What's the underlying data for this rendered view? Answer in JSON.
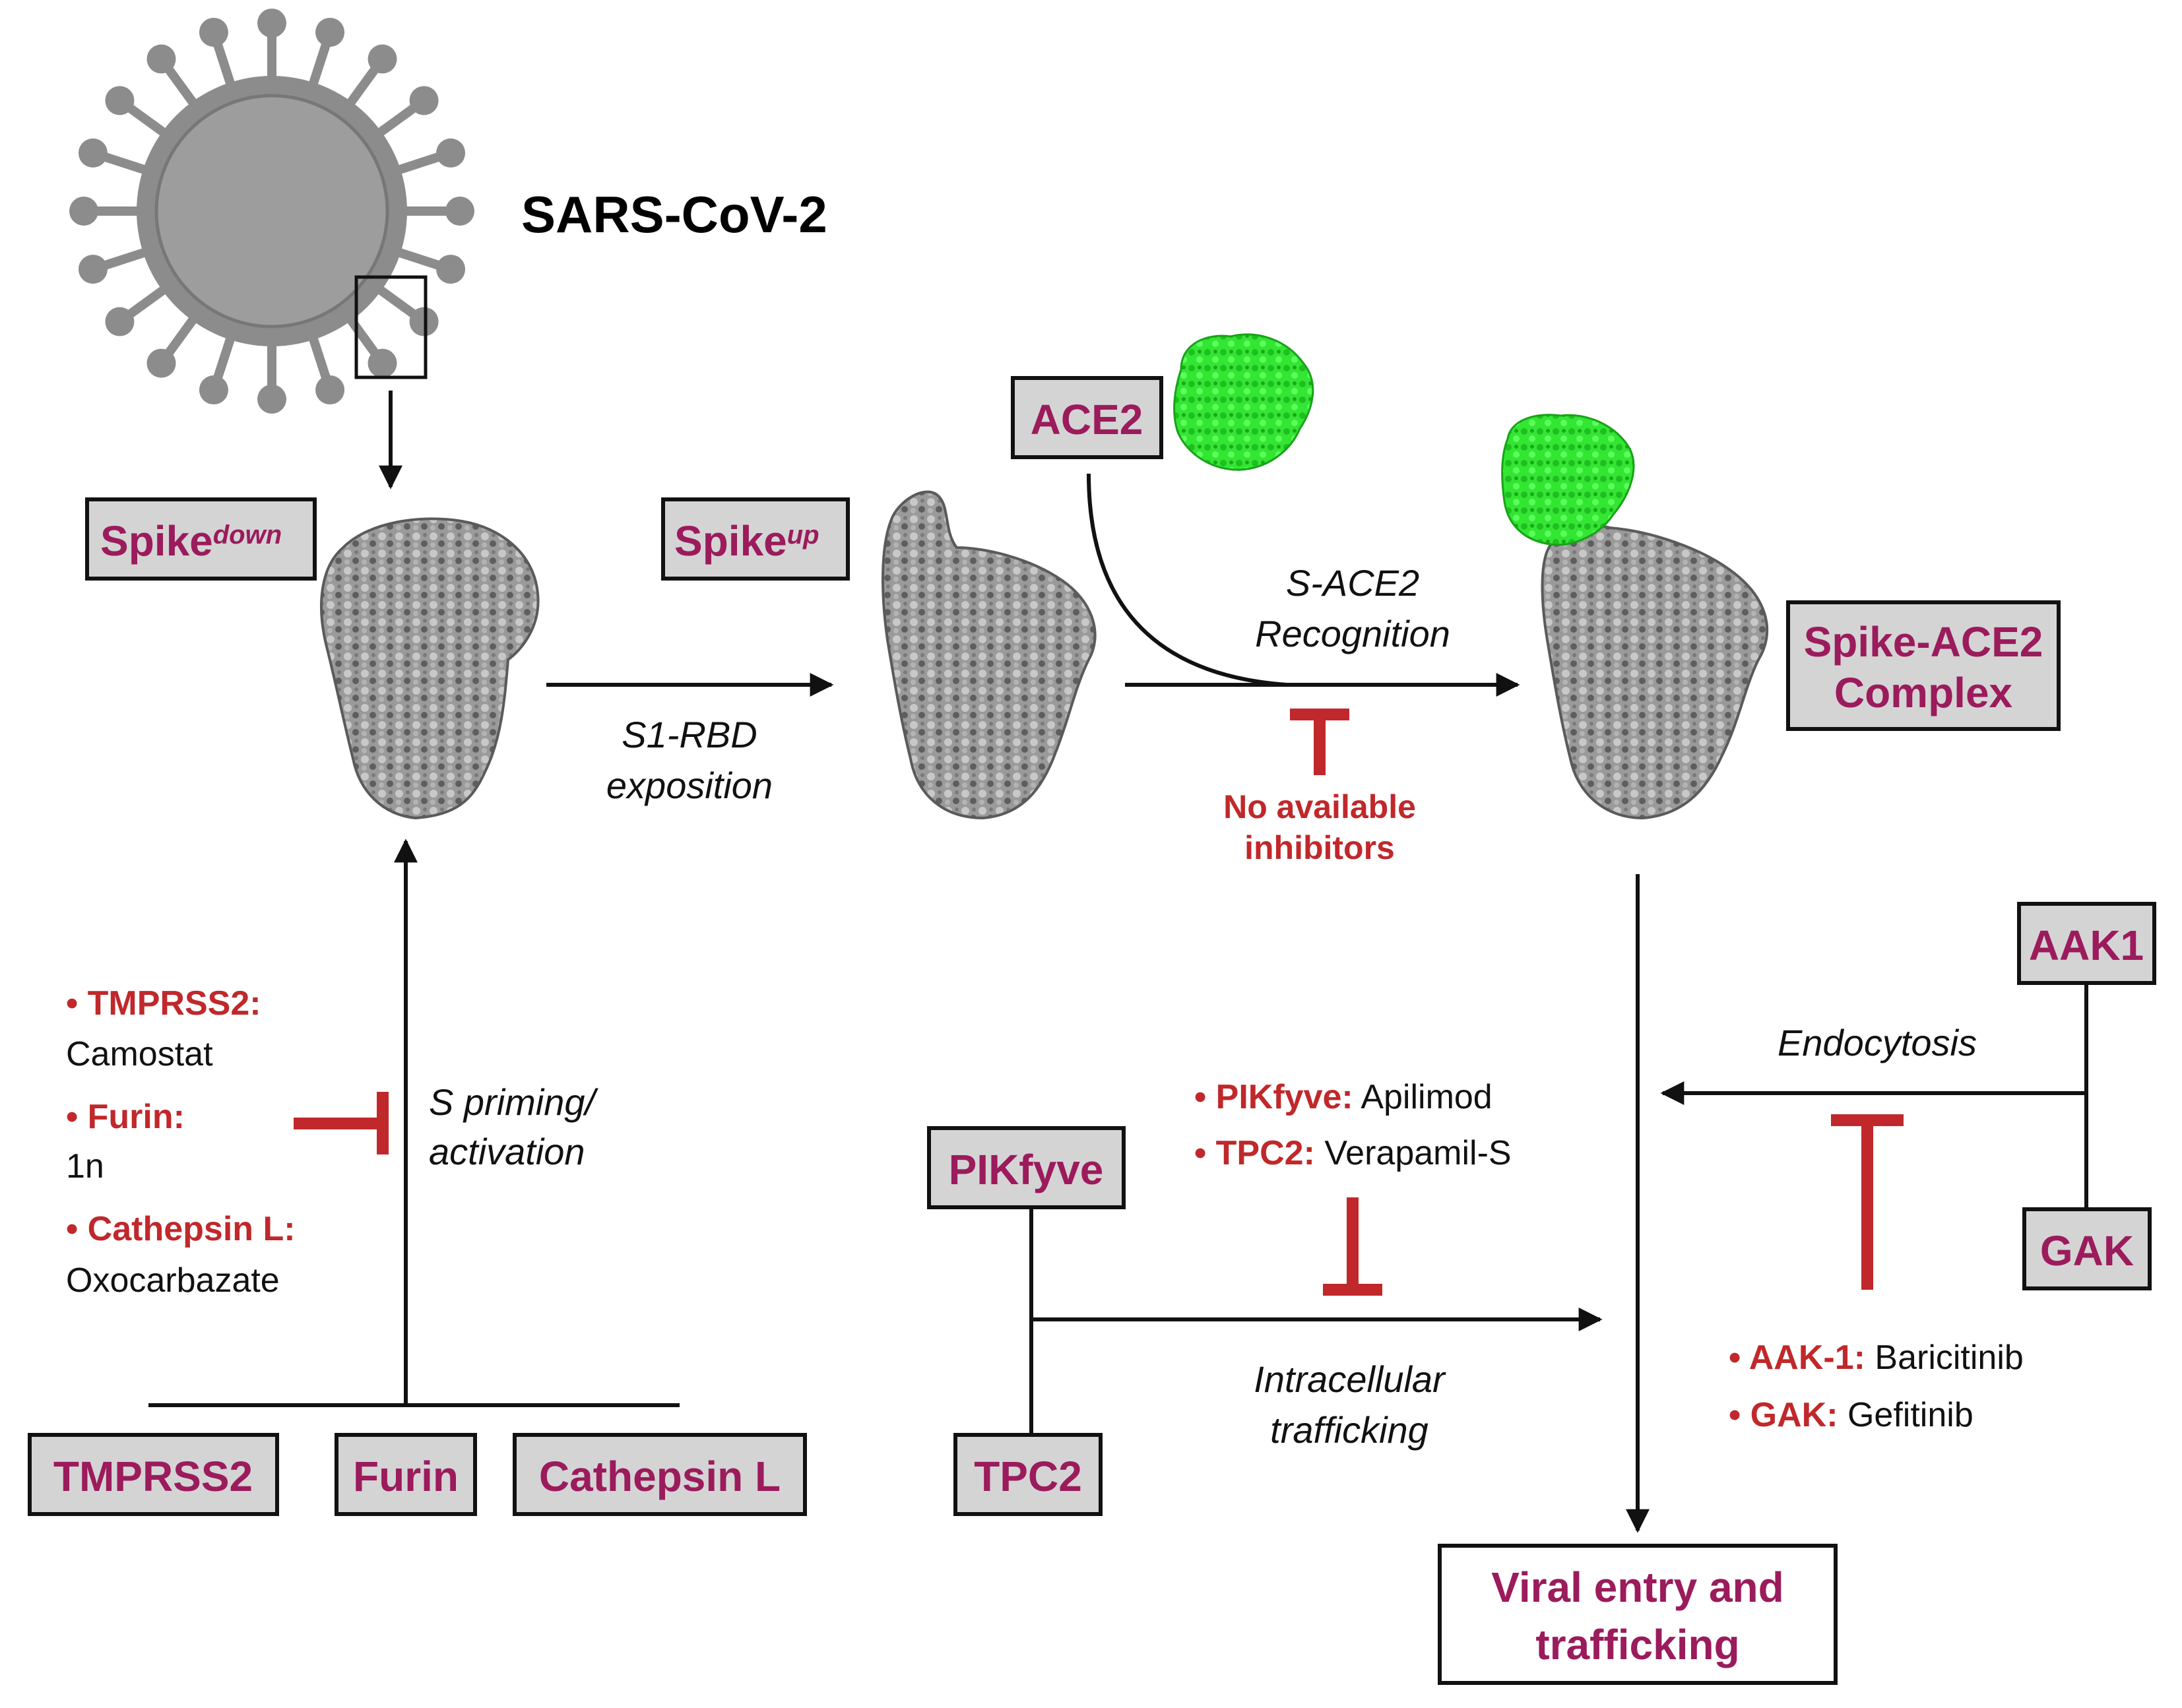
{
  "virus": {
    "name": "SARS-CoV-2"
  },
  "states": {
    "spike_down": {
      "base": "Spike",
      "sup": "down"
    },
    "spike_up": {
      "base": "Spike",
      "sup": "up"
    },
    "ace2": "ACE2",
    "complex_line1": "Spike-ACE2",
    "complex_line2": "Complex"
  },
  "steps": {
    "exposition_l1": "S1-RBD",
    "exposition_l2": "exposition",
    "recognition_l1": "S-ACE2",
    "recognition_l2": "Recognition",
    "priming_l1": "S priming/",
    "priming_l2": "activation",
    "endocytosis": "Endocytosis",
    "trafficking_l1": "Intracellular",
    "trafficking_l2": "trafficking"
  },
  "no_inhibitors": {
    "line1": "No available",
    "line2": "inhibitors"
  },
  "protease_inhibitors": [
    {
      "target": "TMPRSS2:",
      "drug": "Camostat"
    },
    {
      "target": "Furin:",
      "drug": "1n"
    },
    {
      "target": "Cathepsin L:",
      "drug": "Oxocarbazate"
    }
  ],
  "proteases": [
    "TMPRSS2",
    "Furin",
    "Cathepsin L"
  ],
  "trafficking_inhibitors": [
    {
      "target": "PIKfyve:",
      "drug": "Apilimod"
    },
    {
      "target": "TPC2:",
      "drug": "Verapamil-S"
    }
  ],
  "trafficking_proteins": [
    "PIKfyve",
    "TPC2"
  ],
  "kinases": [
    "AAK1",
    "GAK"
  ],
  "kinase_inhibitors": [
    {
      "target": "AAK-1:",
      "drug": "Baricitinib"
    },
    {
      "target": "GAK:",
      "drug": "Gefitinib"
    }
  ],
  "outcome": {
    "line1": "Viral entry and",
    "line2": "trafficking"
  },
  "colors": {
    "label": "#9b1b5c",
    "inhibitor": "#c0282b",
    "box_fill": "#d4d4d4",
    "virus": "#8c8c8c",
    "ace2_protein": "#2ee62e",
    "spike_protein": "#8a8a8a"
  }
}
